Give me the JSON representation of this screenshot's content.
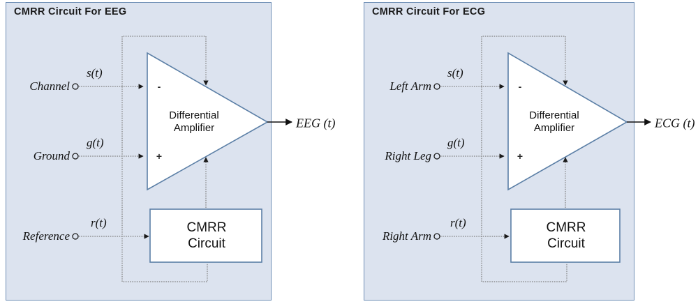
{
  "figure": {
    "background": "#ffffff",
    "panel_fill": "#dce3ef",
    "panel_border": "#6f8fb5",
    "shape_fill": "#ffffff",
    "shape_border": "#5b7fa6",
    "line_color": "#808080",
    "solid_line_color": "#1a1a1a"
  },
  "panels": [
    {
      "id": "eeg",
      "title": "CMRR Circuit  For EEG",
      "inputs": [
        {
          "terminal": "Channel",
          "signal": "s(t)",
          "port": "-"
        },
        {
          "terminal": "Ground",
          "signal": "g(t)",
          "port": "+"
        },
        {
          "terminal": "Reference",
          "signal": "r(t)",
          "port": ""
        }
      ],
      "amplifier": {
        "line1": "Differential",
        "line2": "Amplifier",
        "minus": "-",
        "plus": "+"
      },
      "cmrr_block": {
        "line1": "CMRR",
        "line2": "Circuit"
      },
      "output": "EEG (t)"
    },
    {
      "id": "ecg",
      "title": "CMRR Circuit  For ECG",
      "inputs": [
        {
          "terminal": "Left Arm",
          "signal": "s(t)",
          "port": "-"
        },
        {
          "terminal": "Right Leg",
          "signal": "g(t)",
          "port": "+"
        },
        {
          "terminal": "Right Arm",
          "signal": "r(t)",
          "port": ""
        }
      ],
      "amplifier": {
        "line1": "Differential",
        "line2": "Amplifier",
        "minus": "-",
        "plus": "+"
      },
      "cmrr_block": {
        "line1": "CMRR",
        "line2": "Circuit"
      },
      "output": "ECG (t)"
    }
  ]
}
